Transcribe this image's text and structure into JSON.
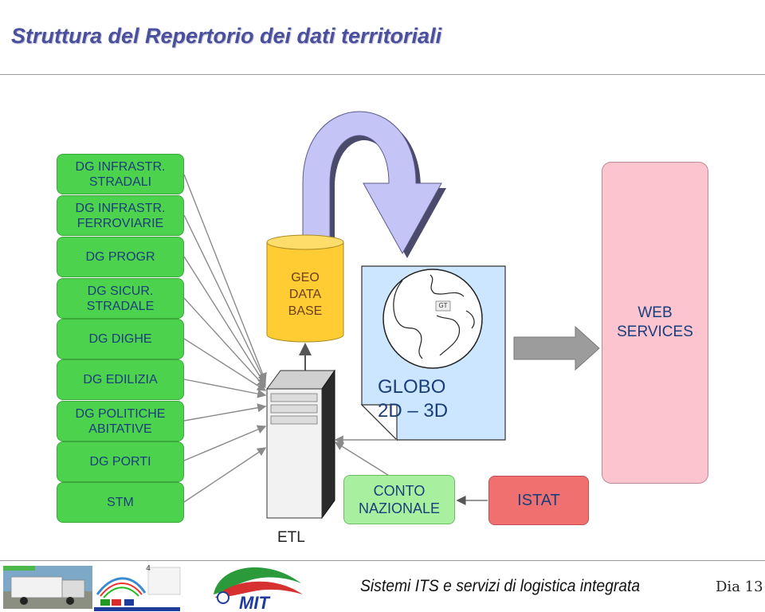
{
  "slide": {
    "title": "Struttura del Repertorio dei dati territoriali",
    "footer_text": "Sistemi ITS e servizi di logistica integrata",
    "slide_number": "Dia 13",
    "page_marker": "4"
  },
  "sources": [
    {
      "lines": [
        "DG INFRASTR.",
        "STRADALI"
      ]
    },
    {
      "lines": [
        "DG INFRASTR.",
        "FERROVIARIE"
      ]
    },
    {
      "lines": [
        "DG PROGR"
      ]
    },
    {
      "lines": [
        "DG SICUR.",
        "STRADALE"
      ]
    },
    {
      "lines": [
        "DG DIGHE"
      ]
    },
    {
      "lines": [
        "DG EDILIZIA"
      ]
    },
    {
      "lines": [
        "DG POLITICHE",
        "ABITATIVE"
      ]
    },
    {
      "lines": [
        "DG PORTI"
      ]
    },
    {
      "lines": [
        "STM"
      ]
    }
  ],
  "database": {
    "lines": [
      "GEO",
      "DATA",
      "BASE"
    ]
  },
  "etl_label": "ETL",
  "globe": {
    "line1": "GLOBO",
    "line2": "2D – 3D",
    "badge": "GT"
  },
  "web_services": {
    "lines": [
      "WEB",
      "SERVICES"
    ]
  },
  "conto": {
    "lines": [
      "CONTO",
      "NAZIONALE"
    ]
  },
  "istat_label": "ISTAT",
  "colors": {
    "source_box": "#4dd24d",
    "database": "#ffcc33",
    "web_services": "#fbc4cf",
    "conto": "#a8f0a0",
    "istat": "#f07070",
    "text": "#1a3e7a"
  },
  "logos": {
    "left": "truck-photo-logo",
    "interreg": "interreg-logo",
    "mit": "mit-logo"
  }
}
